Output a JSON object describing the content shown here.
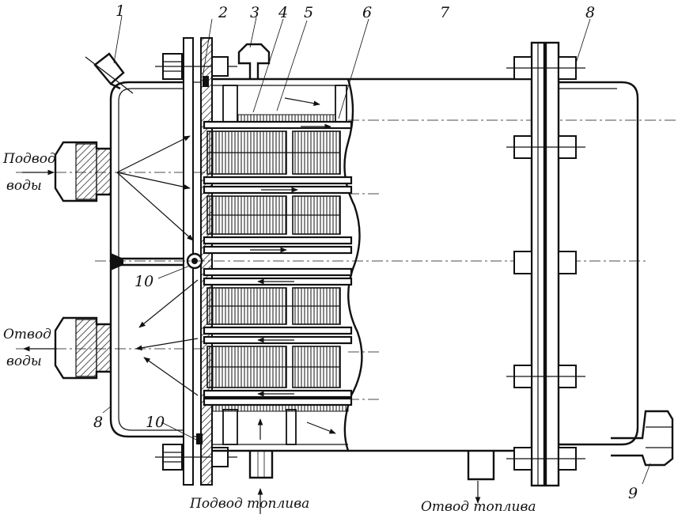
{
  "labels": {
    "n1": "1",
    "n2": "2",
    "n3": "3",
    "n4": "4",
    "n5": "5",
    "n6": "6",
    "n7": "7",
    "n8a": "8",
    "n8b": "8",
    "n9": "9",
    "n10a": "10",
    "n10b": "10"
  },
  "captions": {
    "water_in_line1": "Подвод",
    "water_in_line2": "воды",
    "water_out_line1": "Отвод",
    "water_out_line2": "воды",
    "fuel_in": "Подвод топлива",
    "fuel_out": "Отвод топлива"
  }
}
